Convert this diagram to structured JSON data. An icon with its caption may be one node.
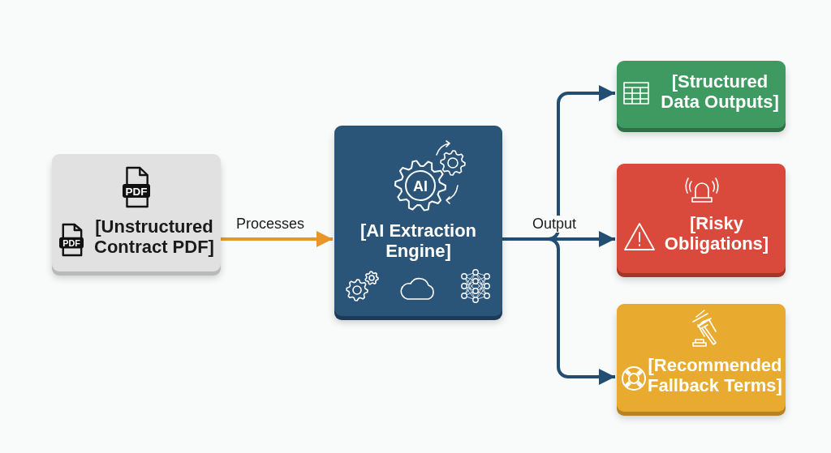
{
  "diagram": {
    "nodes": [
      {
        "text": [
          "[Unstructured Contract PDF]"
        ]
      },
      {
        "text": [
          "[AI Extraction Engine]"
        ]
      },
      {
        "text": [
          "[Structured Data Outputs]"
        ]
      },
      {
        "text": [
          "[Risky Obligations]"
        ]
      },
      {
        "text": [
          "[Recommended Fallback Terms]"
        ]
      }
    ],
    "edges": [
      {
        "from": 0,
        "to": 1,
        "arrow": "to",
        "label": "Processes",
        "color": "#e8962a"
      },
      {
        "from": 1,
        "to": 2,
        "arrow": "to"
      },
      {
        "from": 1,
        "to": 3,
        "arrow": "to",
        "label": "Output"
      },
      {
        "from": 1,
        "to": 4,
        "arrow": "to"
      }
    ],
    "labels": [
      "PDF",
      "PDF",
      "AI"
    ]
  }
}
